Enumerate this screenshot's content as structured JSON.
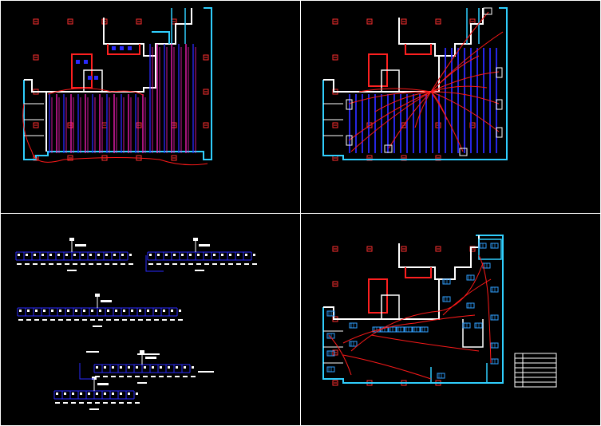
{
  "drawing": {
    "panels": [
      {
        "id": "heating-plan-1",
        "label": ""
      },
      {
        "id": "heating-plan-2",
        "label": ""
      },
      {
        "id": "riser-schematics",
        "label": ""
      },
      {
        "id": "heating-plan-3",
        "label": ""
      }
    ],
    "colors": {
      "background": "#000000",
      "frame": "#ffffff",
      "wall": "#ffffff",
      "wall_red": "#ff2020",
      "wall_cyan": "#30d0ff",
      "pipe_blue": "#2a2aff",
      "pipe_magenta": "#ff20c0",
      "pipe_red": "#ff1a1a",
      "grid_marker": "#ff3030",
      "radiator": "#30a0ff"
    }
  }
}
